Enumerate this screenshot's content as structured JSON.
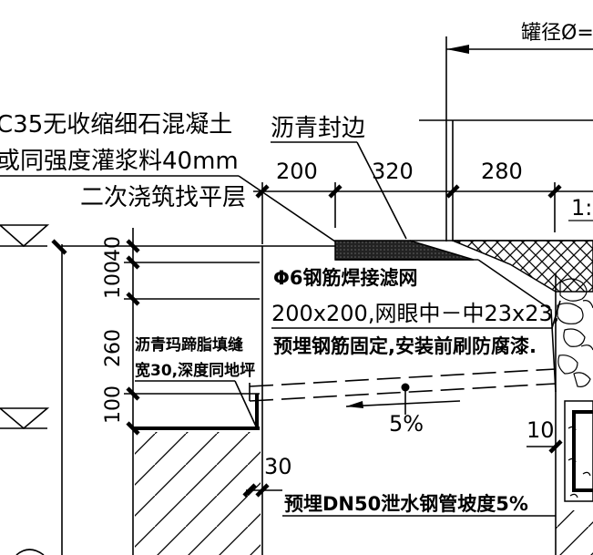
{
  "title_top": "罐径Ø=",
  "concrete_line1": "C35无收缩细石混凝土",
  "concrete_line2": "或同强度灌浆料40mm",
  "concrete_line3": "二次浇筑找平层",
  "asphalt_seal": "沥青封边",
  "dims_top": [
    "200",
    "320",
    "280"
  ],
  "slope_label": "1:",
  "dims_vertical": [
    "40",
    "100",
    "260",
    "100"
  ],
  "mesh_line1": "Φ6钢筋焊接滤网",
  "mesh_line2": "200x200,网眼中－中23x23,",
  "mesh_line3": "预埋钢筋固定,安装前刷防腐漆.",
  "joint_line1": "沥青玛蹄脂填缝",
  "joint_line2": "宽30,深度同地坪",
  "slope_pct": "5%",
  "dim_10": "10",
  "dim_30": "30",
  "pipe_note": "预埋DN50泄水钢管坡度5%"
}
